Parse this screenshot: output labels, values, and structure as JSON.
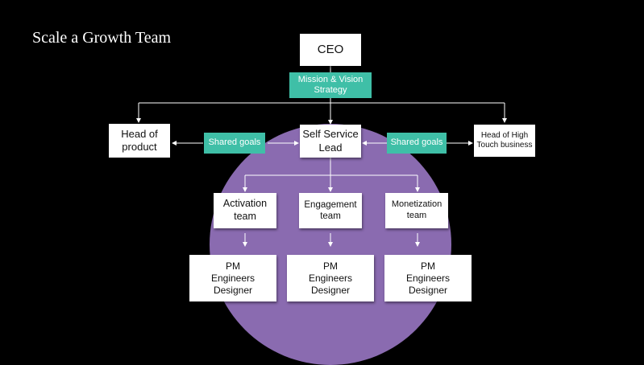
{
  "slide": {
    "title": "Scale a Growth Team",
    "ceo": "CEO",
    "mission": "Mission & Vision\nStrategy",
    "head_product": "Head of\nproduct",
    "shared_goals_left": "Shared goals",
    "self_service": "Self Service\nLead",
    "shared_goals_right": "Shared goals",
    "head_high_touch": "Head of High\nTouch business",
    "teams": [
      {
        "name": "Activation\nteam",
        "roles": "PM\nEngineers\nDesigner"
      },
      {
        "name": "Engagement\nteam",
        "roles": "PM\nEngineers\nDesigner"
      },
      {
        "name": "Monetization\nteam",
        "roles": "PM\nEngineers\nDesigner"
      }
    ]
  },
  "colors": {
    "background": "#000000",
    "circle": "#8a6bb0",
    "teal": "#3fbfa7",
    "box": "#ffffff",
    "line": "#ffffff"
  }
}
